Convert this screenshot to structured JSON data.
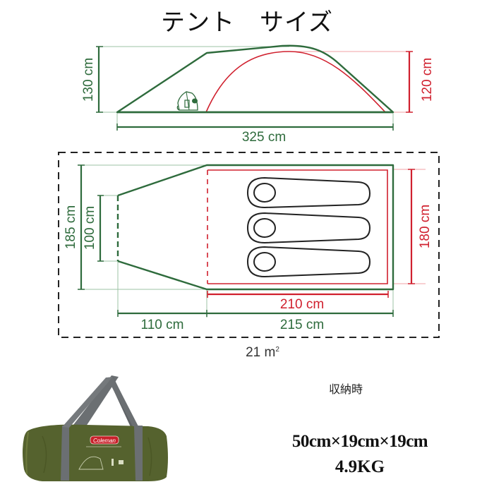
{
  "title": "テント　サイズ",
  "colors": {
    "outer_tent": "#2e6b3c",
    "inner_tent": "#d0202e",
    "sleeping_bag": "#222222",
    "bag_body": "#4f5e2a",
    "bag_strap": "#6b6f72",
    "brand_badge": "#c8202a"
  },
  "side_view": {
    "total_height": "130 cm",
    "inner_height": "120 cm",
    "total_length": "325 cm",
    "icon": "tent-door-icon"
  },
  "floor_plan": {
    "outer_width": "185 cm",
    "vestibule_entrance_width": "100 cm",
    "inner_width": "180 cm",
    "inner_length": "210 cm",
    "vestibule_length": "110 cm",
    "body_length": "215 cm",
    "sleeping_bags": 3,
    "footprint_area": "21 m",
    "footprint_area_sup": "2"
  },
  "storage": {
    "label": "収納時",
    "dimensions": "50cm×19cm×19cm",
    "weight": "4.9KG",
    "bag_brand": "Coleman"
  }
}
